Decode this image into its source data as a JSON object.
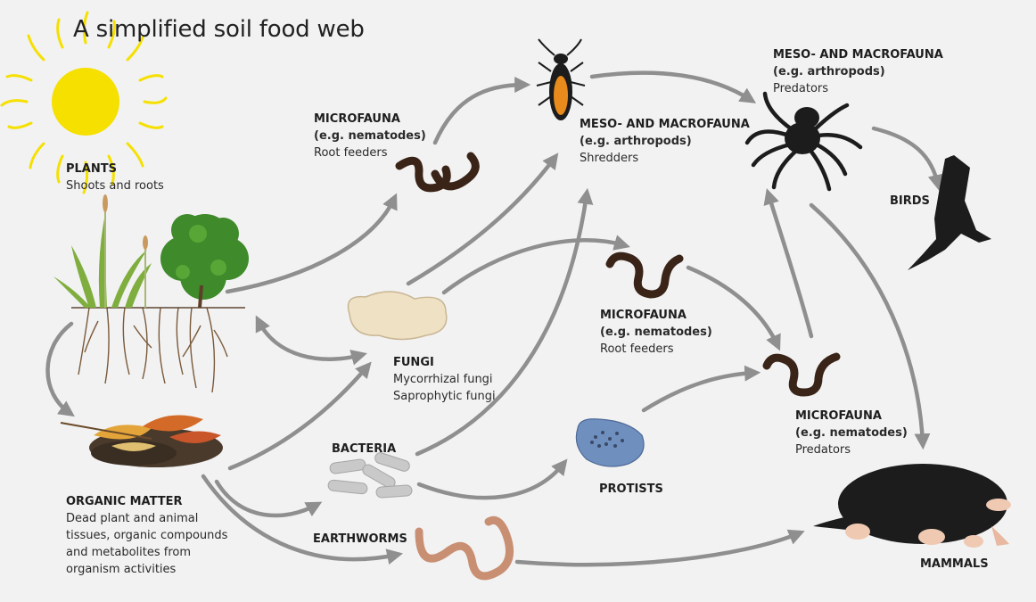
{
  "title": "A simplified soil food web",
  "nodes": {
    "plants": {
      "heading": "PLANTS",
      "lines": [
        "Shoots and roots"
      ]
    },
    "organic_matter": {
      "heading": "ORGANIC MATTER",
      "lines": [
        "Dead plant and animal",
        "tissues, organic compounds",
        "and metabolites from",
        "organism activities"
      ]
    },
    "microfauna_root_feeders_1": {
      "heading": "MICROFAUNA",
      "lines": [
        "(e.g. nematodes)",
        "Root feeders"
      ]
    },
    "meso_shredders": {
      "heading": "MESO- AND MACROFAUNA",
      "lines": [
        "(e.g. arthropods)",
        "Shredders"
      ]
    },
    "meso_predators": {
      "heading": "MESO- AND MACROFAUNA",
      "lines": [
        "(e.g. arthropods)",
        "Predators"
      ]
    },
    "birds": {
      "heading": "BIRDS",
      "lines": []
    },
    "fungi": {
      "heading": "FUNGI",
      "lines": [
        "Mycorrhizal fungi",
        "Saprophytic fungi"
      ]
    },
    "microfauna_root_feeders_2": {
      "heading": "MICROFAUNA",
      "lines": [
        "(e.g. nematodes)",
        "Root feeders"
      ]
    },
    "microfauna_predators": {
      "heading": "MICROFAUNA",
      "lines": [
        "(e.g. nematodes)",
        "Predators"
      ]
    },
    "bacteria": {
      "heading": "BACTERIA",
      "lines": []
    },
    "protists": {
      "heading": "PROTISTS",
      "lines": []
    },
    "earthworms": {
      "heading": "EARTHWORMS",
      "lines": []
    },
    "mammals": {
      "heading": "MAMMALS",
      "lines": []
    }
  },
  "colors": {
    "background": "#f2f2f2",
    "arrow": "#8f8f8f",
    "sun": "#f5e000",
    "nematode": "#3a2418",
    "fungi": "#efe1c4",
    "bacteria": "#c9c9c9",
    "protist": "#6f8fbf",
    "earthworm": "#c98f73",
    "animal": "#1c1c1c",
    "beetle_orange": "#e88a1c"
  },
  "icons": [
    "sun-icon",
    "plants-icon",
    "leaf-litter-icon",
    "nematode-icon",
    "beetle-icon",
    "spider-icon",
    "bird-icon",
    "fungi-icon",
    "bacteria-icon",
    "protist-icon",
    "earthworm-icon",
    "mole-icon"
  ]
}
